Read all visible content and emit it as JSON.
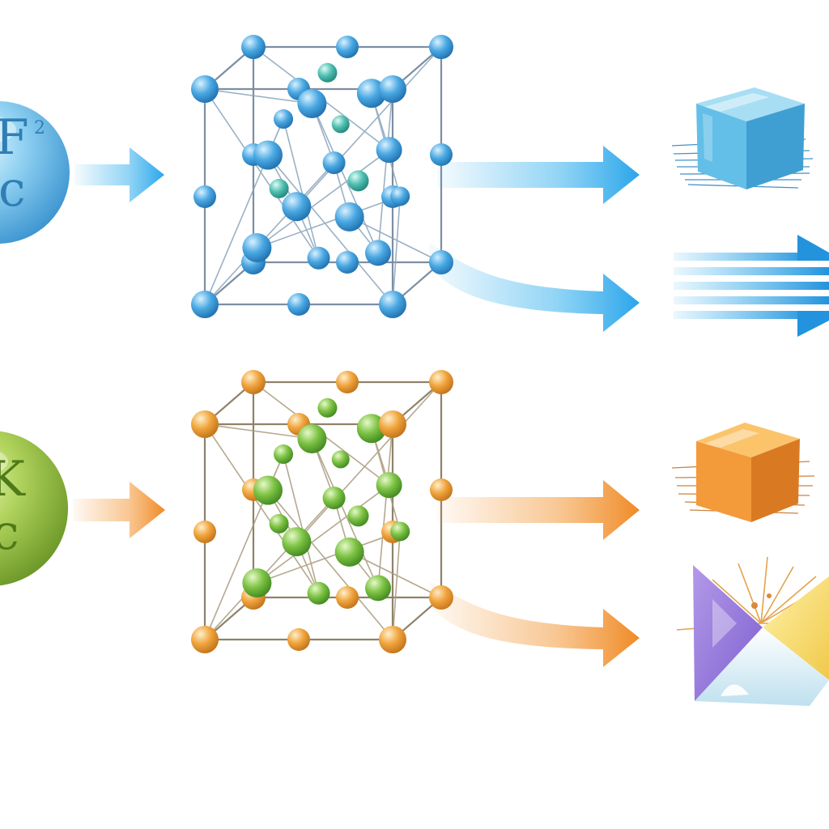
{
  "rows": [
    {
      "id": "blue",
      "sphere_text_line1": "F",
      "sphere_text_sup": "2",
      "sphere_text_line2": "c",
      "colors": {
        "sphere_light": "#d8f1fd",
        "sphere_mid": "#7cc8ef",
        "sphere_dark": "#3a93cf",
        "sphere_ink": "#2f7fb5",
        "corner_atom": "#3f9fdd",
        "inner_atom": "#52aee0",
        "accent_atom": "#4cc1b0",
        "cube_edge": "#7d8ea3",
        "bond": "#8aa4bb",
        "arrow": "#3ab2ee",
        "output_cube_top": "#a6dcf3",
        "output_cube_front": "#63bfe8",
        "output_cube_side": "#3f9fd2",
        "output_whisker": "#2f86bd"
      },
      "outputs": [
        "cube-crystal",
        "parallel-streams"
      ]
    },
    {
      "id": "green",
      "sphere_text_line1": "K",
      "sphere_text_line2": "c",
      "colors": {
        "sphere_light": "#e4f3b0",
        "sphere_mid": "#a8cd52",
        "sphere_dark": "#6f9d28",
        "sphere_ink": "#4f7a18",
        "corner_atom": "#eda23a",
        "inner_atom": "#7fc243",
        "accent_atom": "#4a9b5e",
        "cube_edge": "#8f826a",
        "bond": "#a89a7c",
        "arrow": "#f39a3c",
        "output_cube_top": "#fbc46b",
        "output_cube_front": "#f39a3a",
        "output_cube_side": "#d97a22",
        "output_whisker": "#c9742a"
      },
      "outputs": [
        "cube-crystal",
        "prism-crystal"
      ]
    }
  ]
}
